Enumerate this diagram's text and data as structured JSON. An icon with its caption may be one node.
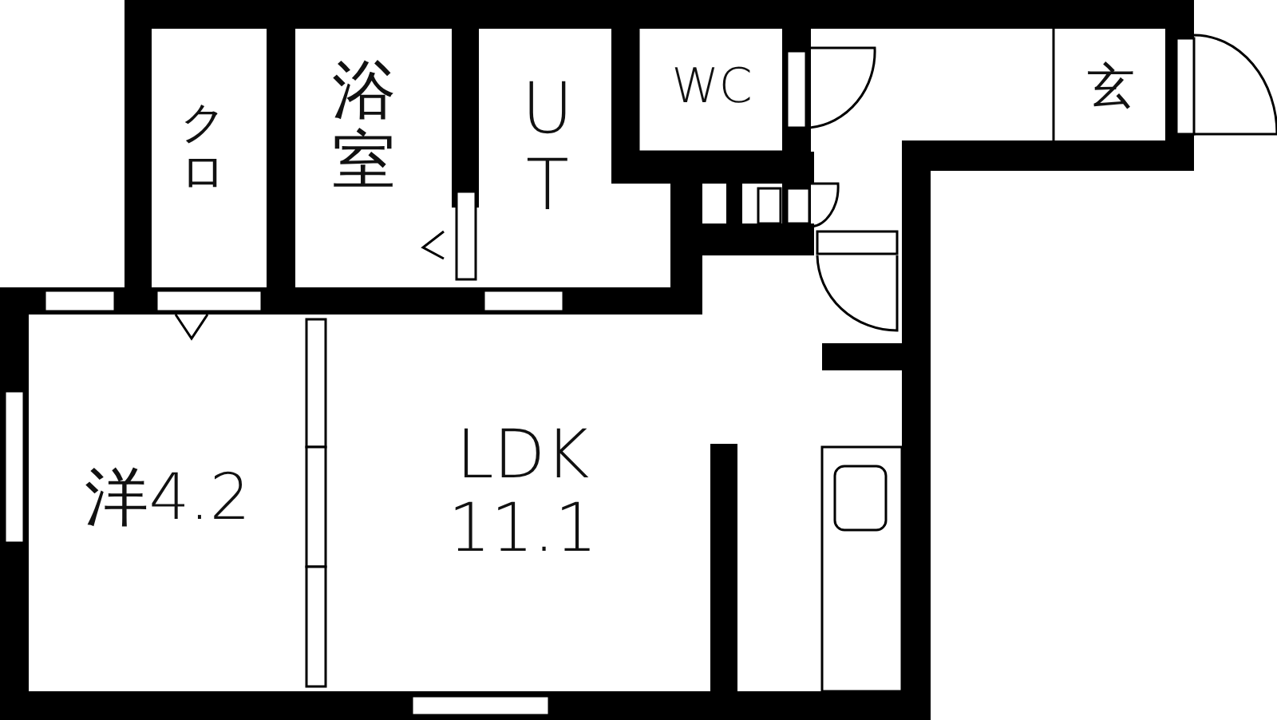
{
  "diagram": {
    "labels": [
      "クロ",
      "浴室",
      "UT",
      "WC",
      "玄",
      "洋4.2",
      "LDK 11.1"
    ]
  }
}
